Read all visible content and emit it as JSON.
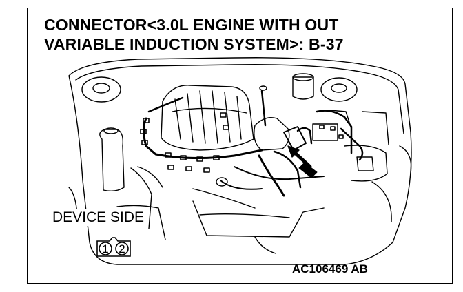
{
  "title": {
    "line1": "CONNECTOR<3.0L ENGINE WITH OUT",
    "line2": "VARIABLE INDUCTION SYSTEM>: B-37"
  },
  "device_side_label": "DEVICE SIDE",
  "pins": [
    "1",
    "2"
  ],
  "figure_code": "AC106469 AB"
}
